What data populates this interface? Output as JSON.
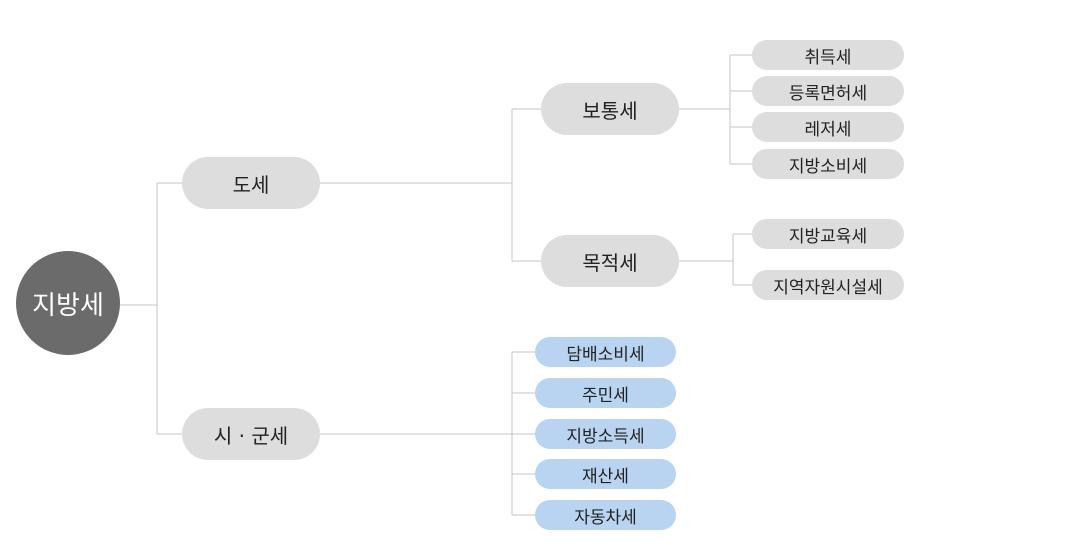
{
  "root": {
    "label": "지방세"
  },
  "branches": [
    {
      "label": "도세",
      "children": [
        {
          "label": "보통세",
          "items": [
            "취득세",
            "등록면허세",
            "레저세",
            "지방소비세"
          ]
        },
        {
          "label": "목적세",
          "items": [
            "지방교육세",
            "지역자원시설세"
          ]
        }
      ]
    },
    {
      "label": "시 · 군세",
      "items": [
        "담배소비세",
        "주민세",
        "지방소득세",
        "재산세",
        "자동차세"
      ]
    }
  ],
  "colors": {
    "root": "#6b6b6b",
    "gray_node": "#dddddd",
    "blue_node": "#b9d4f1",
    "line": "#c4c4c4"
  }
}
